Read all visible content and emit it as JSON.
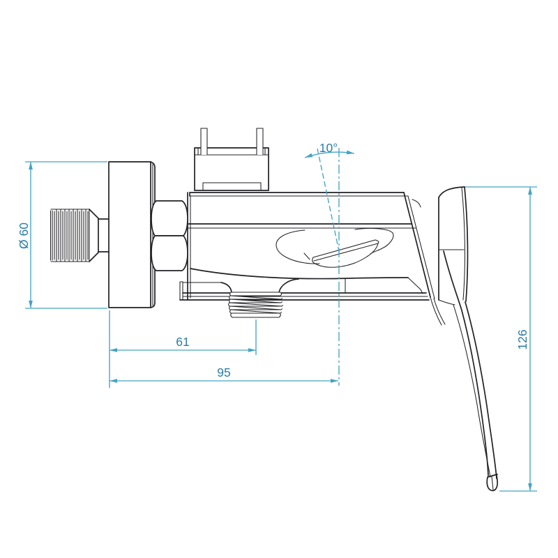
{
  "drawing": {
    "dimensions": {
      "diameter": "Ø 60",
      "outlet_offset": "61",
      "depth": "95",
      "handle_height": "126",
      "handle_angle": "10°"
    },
    "colors": {
      "line": "#212125",
      "dimension": "#44a3c4",
      "dimension_text": "#2a7ca6",
      "background": "#ffffff"
    }
  }
}
